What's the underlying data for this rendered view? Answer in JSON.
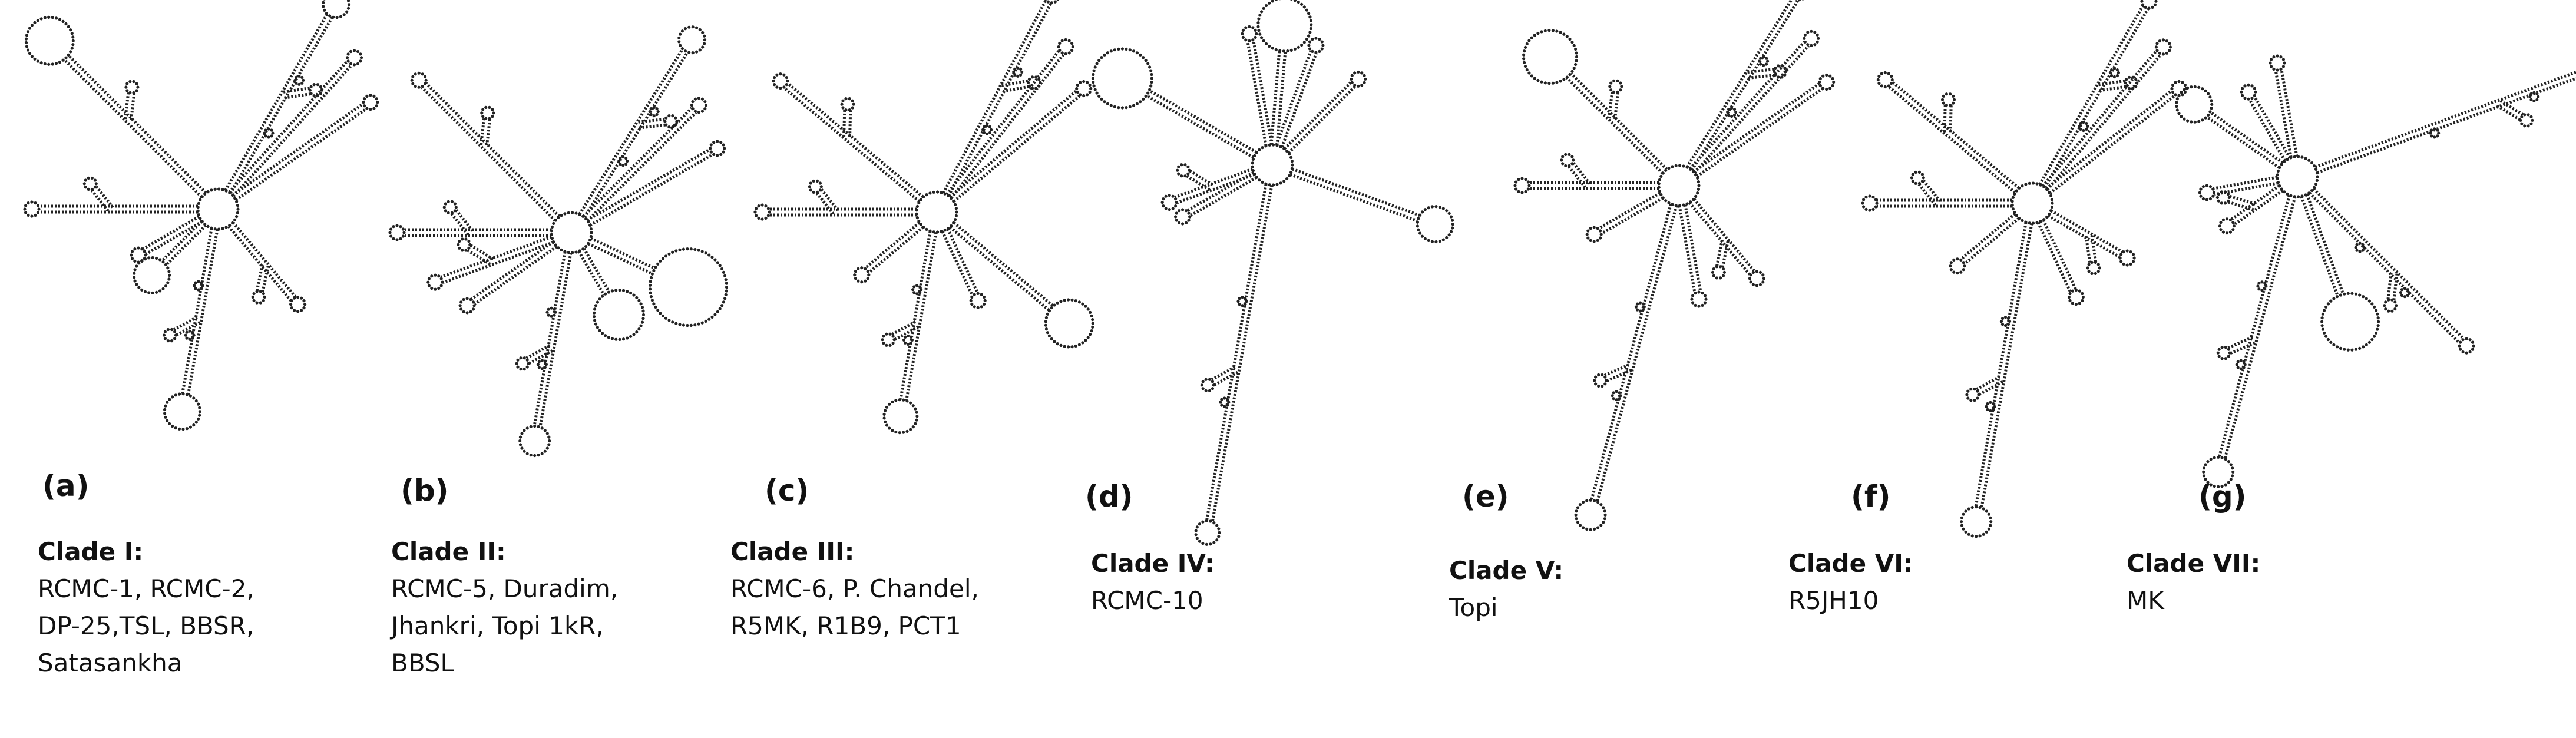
{
  "panels": [
    {
      "letter": "(a)",
      "clade": "Clade I:",
      "members": [
        "RCMC-1, RCMC-2,",
        "DP-25,TSL, BBSR,",
        "Satasankha"
      ]
    },
    {
      "letter": "(b)",
      "clade": "Clade II:",
      "members": [
        "RCMC-5, Duradim,",
        "Jhankri, Topi 1kR,",
        "BBSL"
      ]
    },
    {
      "letter": "(c)",
      "clade": "Clade III:",
      "members": [
        "RCMC-6, P. Chandel,",
        "R5MK, R1B9, PCT1"
      ]
    },
    {
      "letter": "(d)",
      "clade": "Clade IV:",
      "members": [
        "RCMC-10"
      ]
    },
    {
      "letter": "(e)",
      "clade": "Clade V:",
      "members": [
        "Topi"
      ]
    },
    {
      "letter": "(f)",
      "clade": "Clade VI:",
      "members": [
        "R5JH10"
      ]
    },
    {
      "letter": "(g)",
      "clade": "Clade VII:",
      "members": [
        "MK"
      ]
    }
  ]
}
